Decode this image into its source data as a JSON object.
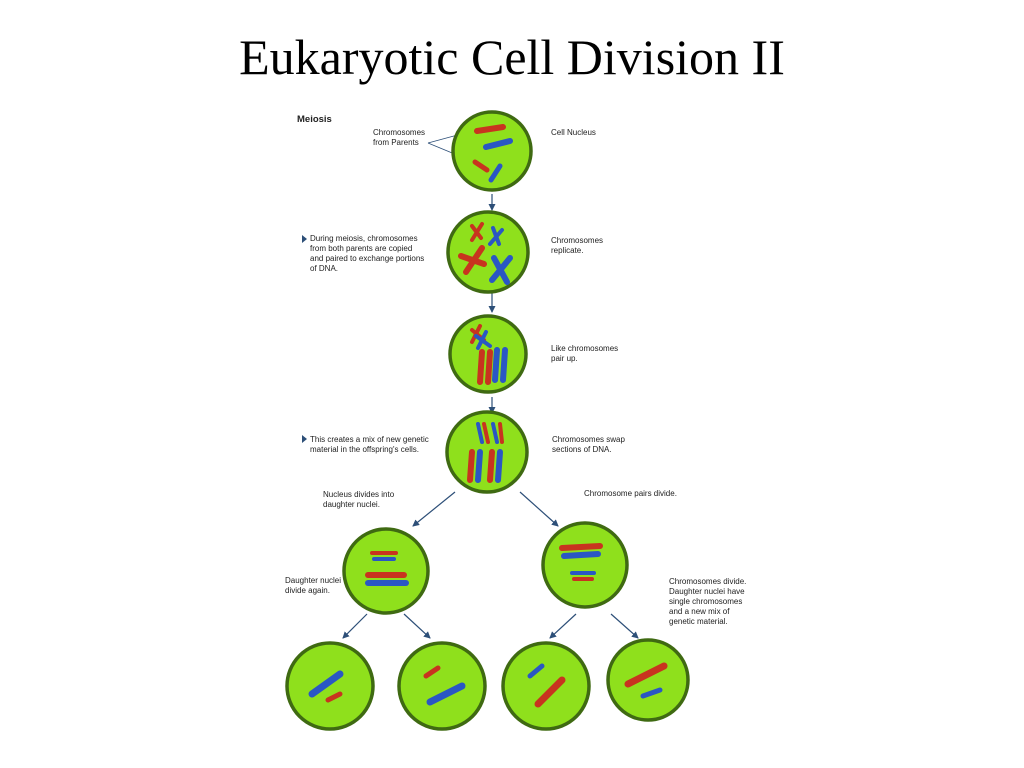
{
  "title": "Eukaryotic Cell Division II",
  "diagram": {
    "heading": "Meiosis",
    "labels": {
      "chromosomes_from_parents": [
        "Chromosomes",
        "from Parents"
      ],
      "cell_nucleus": [
        "Cell Nucleus"
      ],
      "during_meiosis": [
        "During meiosis, chromosomes",
        "from both parents are copied",
        "and paired to exchange portions",
        "of DNA."
      ],
      "replicate": [
        "Chromosomes",
        "replicate."
      ],
      "pair_up": [
        "Like chromosomes",
        "pair up."
      ],
      "new_mix": [
        "This creates a mix of new genetic",
        "material in the offspring's cells."
      ],
      "swap": [
        "Chromosomes swap",
        "sections of DNA."
      ],
      "nucleus_divides": [
        "Nucleus divides into",
        "daughter nuclei."
      ],
      "pairs_divide": [
        "Chromosome pairs divide."
      ],
      "divide_again": [
        "Daughter nuclei",
        "divide again."
      ],
      "chromosomes_divide": [
        "Chromosomes divide.",
        "Daughter nuclei have",
        "single chromosomes",
        "and a new mix of",
        "genetic material."
      ]
    }
  },
  "colors": {
    "cell_fill": "#8fe01c",
    "cell_wall": "#3f6a12",
    "maternal": "#c8341f",
    "paternal": "#2a57c4",
    "arrow": "#2d4f78",
    "bullet": "#2d4f78"
  }
}
